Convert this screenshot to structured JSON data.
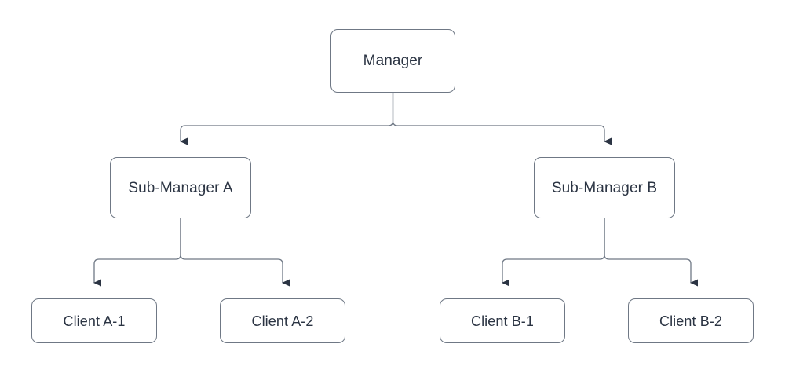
{
  "diagram": {
    "type": "org-hierarchy-tree",
    "title": "",
    "background_color": "#ffffff",
    "node_fill": "#ffffff",
    "node_stroke": "#6f7885",
    "edge_color": "#6f7885",
    "arrow_color": "#2b3443",
    "text_color": "#2b3443",
    "nodes": [
      {
        "id": "manager",
        "label": "Manager",
        "level": 0
      },
      {
        "id": "sub_a",
        "label": "Sub-Manager A",
        "level": 1
      },
      {
        "id": "sub_b",
        "label": "Sub-Manager B",
        "level": 1
      },
      {
        "id": "client_a1",
        "label": "Client A-1",
        "level": 2
      },
      {
        "id": "client_a2",
        "label": "Client A-2",
        "level": 2
      },
      {
        "id": "client_b1",
        "label": "Client B-1",
        "level": 2
      },
      {
        "id": "client_b2",
        "label": "Client B-2",
        "level": 2
      }
    ],
    "edges": [
      {
        "from": "manager",
        "to": "sub_a",
        "arrow": "down"
      },
      {
        "from": "manager",
        "to": "sub_b",
        "arrow": "down"
      },
      {
        "from": "sub_a",
        "to": "client_a1",
        "arrow": "down"
      },
      {
        "from": "sub_a",
        "to": "client_a2",
        "arrow": "down"
      },
      {
        "from": "sub_b",
        "to": "client_b1",
        "arrow": "down"
      },
      {
        "from": "sub_b",
        "to": "client_b2",
        "arrow": "down"
      }
    ]
  }
}
